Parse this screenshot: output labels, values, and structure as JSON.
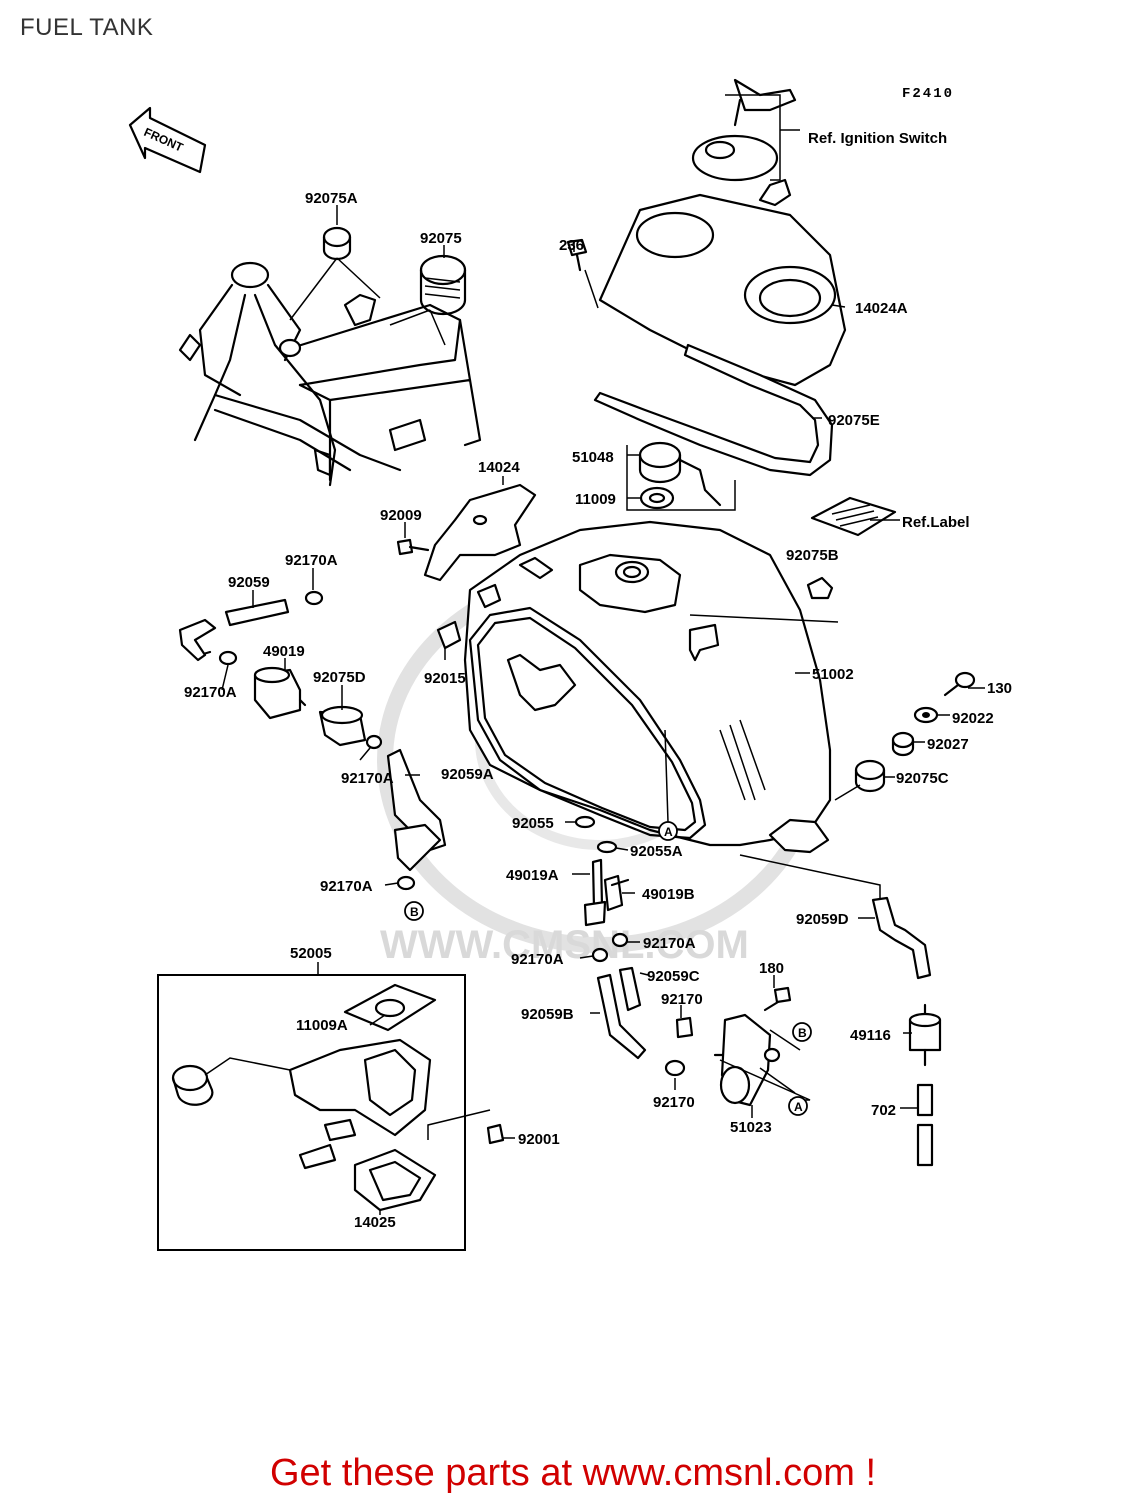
{
  "title": "FUEL TANK",
  "figure_code": "F2410",
  "front_label": "FRONT",
  "watermark": "WWW.CMSNL.COM",
  "footer": "Get these parts at www.cmsnl.com !",
  "circle_refs": {
    "a": "A",
    "b": "B"
  },
  "callouts": {
    "ref_ignition": "Ref. Ignition Switch",
    "c236": "236",
    "c14024A": "14024A",
    "c92075A": "92075A",
    "c92075": "92075",
    "c92075E": "92075E",
    "c51048": "51048",
    "c11009": "11009",
    "ref_label": "Ref.Label",
    "c14024": "14024",
    "c92009": "92009",
    "c92075B": "92075B",
    "c92170A_1": "92170A",
    "c92059": "92059",
    "c49019": "49019",
    "c92170A_2": "92170A",
    "c92075D": "92075D",
    "c92015": "92015",
    "c51002": "51002",
    "c130": "130",
    "c92022": "92022",
    "c92027": "92027",
    "c92075C": "92075C",
    "c92170A_3": "92170A",
    "c92059A": "92059A",
    "c92055": "92055",
    "c92055A": "92055A",
    "c49019A": "49019A",
    "c49019B": "49019B",
    "c92170A_4": "92170A",
    "c92059D": "92059D",
    "c92170A_5": "92170A",
    "c92170A_6": "92170A",
    "c52005": "52005",
    "c92059C": "92059C",
    "c180": "180",
    "c92170_1": "92170",
    "c11009A": "11009A",
    "c92059B": "92059B",
    "c49116": "49116",
    "c92170_2": "92170",
    "c51023": "51023",
    "c702": "702",
    "c92001": "92001",
    "c14025": "14025"
  }
}
